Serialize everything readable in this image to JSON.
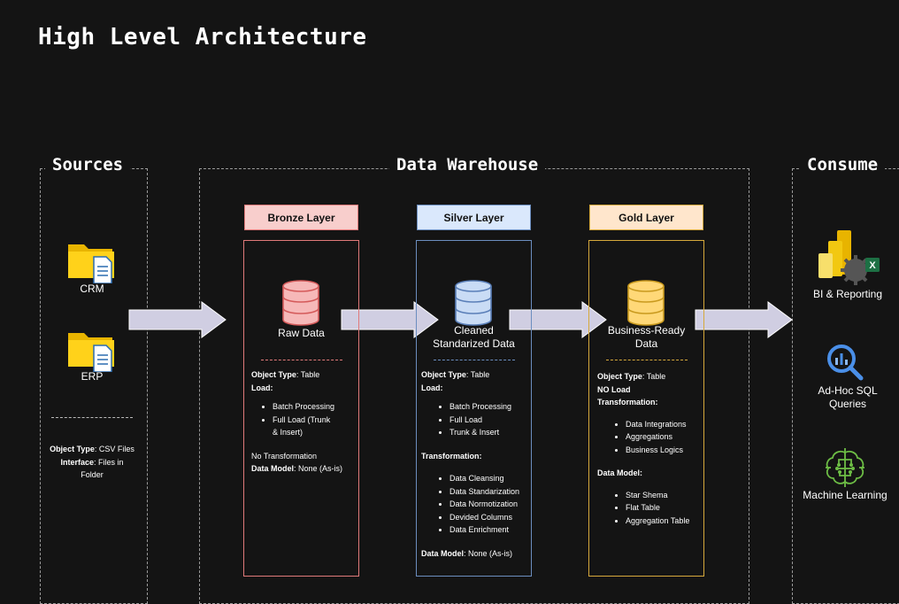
{
  "title": "High Level Architecture",
  "zones": {
    "sources": "Sources",
    "warehouse": "Data Warehouse",
    "consume": "Consume"
  },
  "sources": {
    "items": [
      "CRM",
      "ERP"
    ],
    "object_type_key": "Object Type",
    "object_type_val": ": CSV Files",
    "interface_key": "Interface",
    "interface_val": ": Files in",
    "interface_val2": "Folder"
  },
  "bronze": {
    "header": "Bronze Layer",
    "label": "Raw Data",
    "object_type_key": "Object Type",
    "object_type_val": ": Table",
    "load_key": "Load",
    "load_items": [
      "Batch Processing",
      "Full Load (Trunk",
      "& Insert)"
    ],
    "no_transform": "No Transformation",
    "data_model_key": "Data Model",
    "data_model_val": ": None (As-is)"
  },
  "silver": {
    "header": "Silver Layer",
    "label_line1": "Cleaned",
    "label_line2": "Standarized Data",
    "object_type_key": "Object Type",
    "object_type_val": ": Table",
    "load_key": "Load",
    "load_items": [
      "Batch Processing",
      "Full Load",
      "Trunk & Insert"
    ],
    "transform_key": "Transformation",
    "transform_items": [
      "Data Cleansing",
      "Data Standarization",
      "Data Normotization",
      "Devided Columns",
      "Data Enrichment"
    ],
    "data_model_key": "Data Model",
    "data_model_val": ": None (As-is)"
  },
  "gold": {
    "header": "Gold Layer",
    "label_line1": "Business-Ready",
    "label_line2": "Data",
    "object_type_key": "Object Type",
    "object_type_val": ": Table",
    "no_load": "NO Load",
    "transform_key": "Transformation",
    "transform_items": [
      "Data Integrations",
      "Aggregations",
      "Business Logics"
    ],
    "data_model_key": "Data Model",
    "model_items": [
      "Star Shema",
      "Flat Table",
      "Aggregation Table"
    ]
  },
  "consume": {
    "bi": "BI & Reporting",
    "sql_line1": "Ad-Hoc SQL",
    "sql_line2": "Queries",
    "ml": "Machine Learning"
  },
  "colors": {
    "bronze_border": "#e07a7a",
    "bronze_header_bg": "#f8cecc",
    "silver_border": "#6c8ebf",
    "silver_header_bg": "#dae8fc",
    "gold_border": "#d6a93c",
    "gold_header_bg": "#ffe6cc",
    "arrow_fill": "#d0cee2"
  },
  "icons": {
    "folder": "folder-document-icon",
    "bronze_db": "database-icon",
    "silver_db": "database-icon",
    "gold_db": "database-icon",
    "bi": "power-bi-excel-icon",
    "sql": "search-analytics-icon",
    "ml": "brain-circuit-icon"
  }
}
